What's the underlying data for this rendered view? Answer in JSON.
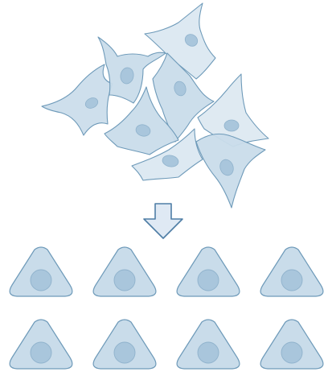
{
  "figure": {
    "colors": {
      "cell_fill": "#c9dcea",
      "cell_fill_light": "#dbe8f1",
      "cell_stroke": "#6e9ab9",
      "nucleus_fill": "#a9c6dc",
      "nucleus_stroke": "#8fb2cc",
      "arrow_fill": "#dfe9f4",
      "arrow_stroke": "#4f7ea6",
      "background": "#ffffff"
    },
    "top_group": {
      "cell_type": "irregular spindle-shaped cells",
      "count": 8
    },
    "arrow": {
      "direction": "down"
    },
    "bottom_grid": {
      "cell_type": "rounded triangular cells",
      "rows": 2,
      "columns": 4
    }
  }
}
